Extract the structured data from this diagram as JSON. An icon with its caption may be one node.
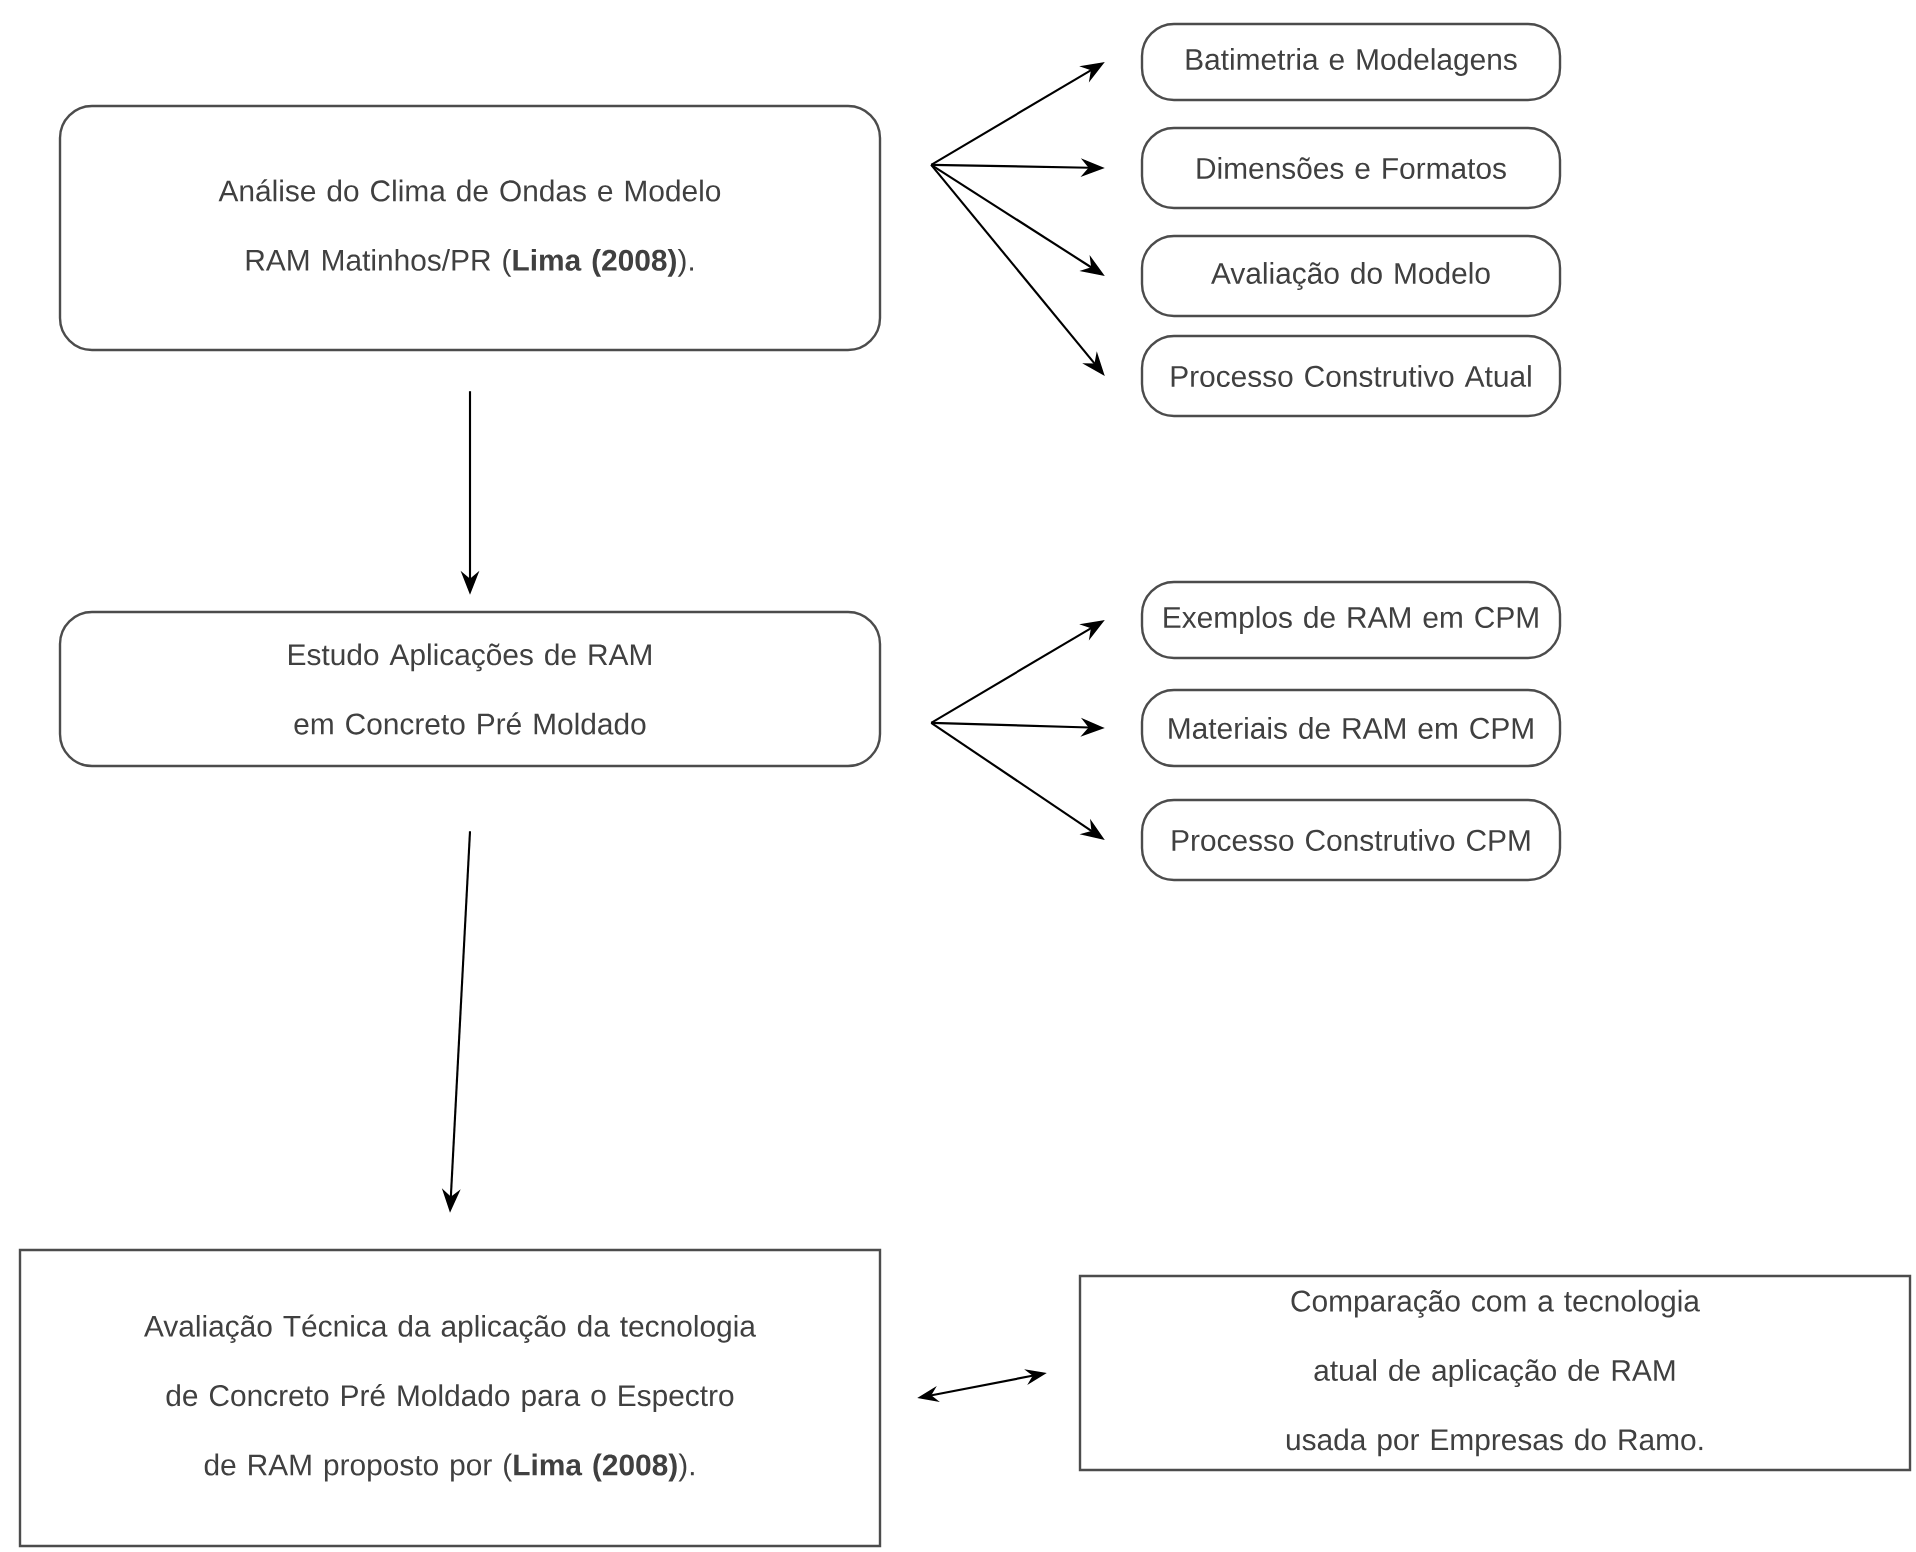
{
  "diagram": {
    "nodes": [
      {
        "text": [
          "Análise do Clima de Ondas e Modelo RAM Matinhos/PR (**Lima (2008)**)."
        ]
      },
      {
        "text": [
          "Batimetria e Modelagens"
        ]
      },
      {
        "text": [
          "Dimensões e Formatos"
        ]
      },
      {
        "text": [
          "Avaliação do Modelo"
        ]
      },
      {
        "text": [
          "Processo Construtivo Atual"
        ]
      },
      {
        "text": [
          "Estudo Aplicações de RAM em Concreto Pré Moldado"
        ]
      },
      {
        "text": [
          "Exemplos de RAM em CPM"
        ]
      },
      {
        "text": [
          "Materiais de RAM em CPM"
        ]
      },
      {
        "text": [
          "Processo Construtivo CPM"
        ]
      },
      {
        "text": [
          "Avaliação Técnica da aplicação da tecnologia de Concreto Pré Moldado para o Espectro de RAM proposto por (**Lima (2008)**)."
        ]
      },
      {
        "text": [
          "Comparação com a tecnologia atual de aplicação de RAM usada por Empresas do Ramo."
        ]
      }
    ],
    "edges": [
      {
        "from": 0,
        "to": 1,
        "arrow": "to"
      },
      {
        "from": 0,
        "to": 2,
        "arrow": "to"
      },
      {
        "from": 0,
        "to": 3,
        "arrow": "to"
      },
      {
        "from": 0,
        "to": 4,
        "arrow": "to"
      },
      {
        "from": 0,
        "to": 5,
        "arrow": "to"
      },
      {
        "from": 5,
        "to": 6,
        "arrow": "to"
      },
      {
        "from": 5,
        "to": 7,
        "arrow": "to"
      },
      {
        "from": 5,
        "to": 8,
        "arrow": "to"
      },
      {
        "from": 5,
        "to": 9,
        "arrow": "to"
      },
      {
        "from": 9,
        "to": 10,
        "arrow": "both"
      }
    ]
  }
}
